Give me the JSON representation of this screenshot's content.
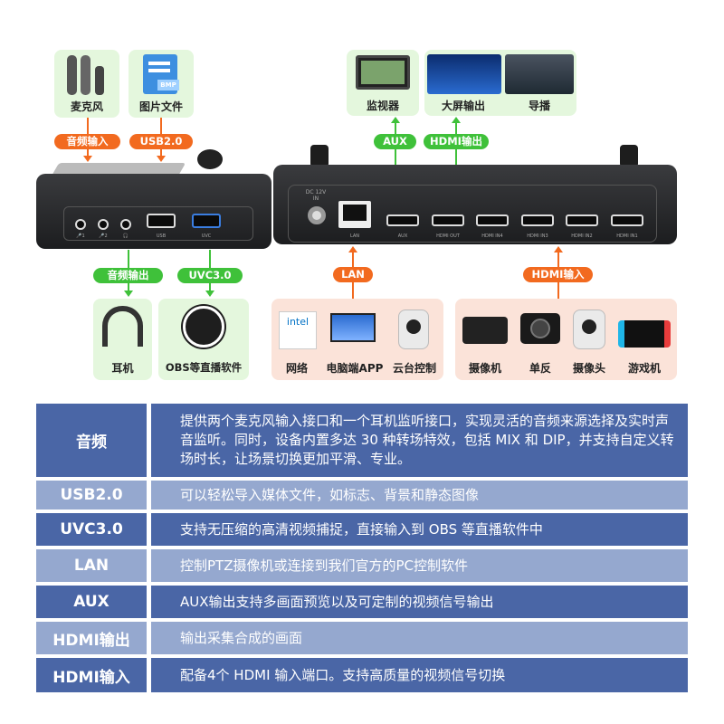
{
  "top_left": [
    {
      "label": "麦克风",
      "icon": "microphone-icon"
    },
    {
      "label": "图片文件",
      "icon": "image-file-icon",
      "badge": "BMP"
    }
  ],
  "top_left_pills": [
    "音频输入",
    "USB2.0"
  ],
  "top_right": [
    {
      "label": "监视器",
      "icon": "monitor-icon"
    },
    {
      "label": "大屏输出",
      "icon": "big-screen-icon"
    },
    {
      "label": "导播",
      "icon": "director-room-icon"
    }
  ],
  "top_right_pills": [
    "AUX",
    "HDMI输出"
  ],
  "left_device_ports": [
    "🎤1",
    "🎤2",
    "🎧",
    "USB",
    "UVC"
  ],
  "right_device": {
    "dc_label": "DC 12V IN",
    "ports": [
      "LAN",
      "AUX",
      "HDMI OUT",
      "HDMI IN4",
      "HDMI IN3",
      "HDMI IN2",
      "HDMI IN1"
    ]
  },
  "bottom_pills": {
    "audio_out": "音频输出",
    "uvc": "UVC3.0",
    "lan": "LAN",
    "hdmi_in": "HDMI输入"
  },
  "bottom_left_cards": [
    {
      "label": "耳机",
      "icon": "headphones-icon"
    },
    {
      "label": "OBS等直播软件",
      "icon": "obs-icon"
    }
  ],
  "lan_cards": [
    {
      "label": "网络",
      "icon": "intel-logo-icon",
      "logo_text": "intel"
    },
    {
      "label": "电脑端APP",
      "icon": "computer-icon"
    },
    {
      "label": "云台控制",
      "icon": "ptz-camera-icon"
    }
  ],
  "hdmi_cards": [
    {
      "label": "摄像机",
      "icon": "camcorder-icon"
    },
    {
      "label": "单反",
      "icon": "dslr-icon"
    },
    {
      "label": "摄像头",
      "icon": "webcam-icon"
    },
    {
      "label": "游戏机",
      "icon": "game-console-icon"
    }
  ],
  "table": [
    {
      "key": "音频",
      "value": "提供两个麦克风输入接口和一个耳机监听接口，实现灵活的音频来源选择及实时声音监听。同时，设备内置多达 30 种转场特效，包括 MIX 和 DIP，并支持自定义转场时长，让场景切换更加平滑、专业。"
    },
    {
      "key": "USB2.0",
      "value": "可以轻松导入媒体文件，如标志、背景和静态图像"
    },
    {
      "key": "UVC3.0",
      "value": "支持无压缩的高清视频捕捉，直接输入到 OBS 等直播软件中"
    },
    {
      "key": "LAN",
      "value": "控制PTZ摄像机或连接到我们官方的PC控制软件"
    },
    {
      "key": "AUX",
      "value": "AUX输出支持多画面预览以及可定制的视频信号输出"
    },
    {
      "key": "HDMI输出",
      "value": "输出采集合成的画面"
    },
    {
      "key": "HDMI输入",
      "value": "配备4个 HDMI 输入端口。支持高质量的视频信号切换"
    }
  ],
  "colors": {
    "orange": "#f26a1f",
    "green": "#3fc13a",
    "row_dark": "#4a66a6",
    "row_light": "#95a8cf"
  }
}
